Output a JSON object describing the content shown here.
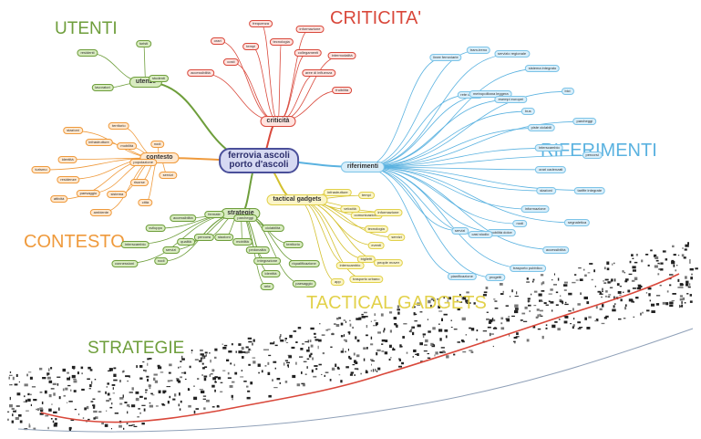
{
  "center": {
    "line1": "ferrovia ascoli",
    "line2": "porto d'ascoli"
  },
  "colors": {
    "utenti": "#6e9e3b",
    "criticita": "#d9483b",
    "contesto": "#ef9a3c",
    "riferimenti": "#5ab2e0",
    "strategie": "#6e9e3b",
    "tactical": "#d4c12f",
    "center_border": "#4a4f9a",
    "rail": "#d9483b"
  },
  "titles": {
    "utenti": "UTENTI",
    "criticita": "CRITICITA'",
    "contesto": "CONTESTO",
    "riferimenti": "RIFERIMENTI",
    "strategie": "STRATEGIE",
    "tactical": "TACTICAL GADGETS"
  },
  "hubs": {
    "utenze": "utenze",
    "criticita": "criticità",
    "contesto": "contesto",
    "riferimenti": "riferimenti",
    "strategie": "strategie",
    "tactical": "tactical gadgets"
  },
  "leaves": {
    "utenze": [
      "residenti",
      "turisti",
      "studenti",
      "lavoratori"
    ],
    "criticita": [
      "accessibilità",
      "costi",
      "orari",
      "tempi",
      "frequenza",
      "tecnologia",
      "informazione",
      "collegamenti",
      "intermodalità",
      "aree di influenza",
      "fruibilità"
    ],
    "contesto": [
      "stazioni",
      "infrastrutture",
      "territorio",
      "mobilità",
      "nodi",
      "popolazione",
      "servizi",
      "risorse",
      "città",
      "sistema",
      "ambiente",
      "paesaggio",
      "attività",
      "residenze",
      "turismo",
      "identità"
    ],
    "riferimenti": [
      "linee ferroviarie",
      "rete urbana",
      "tram-treno",
      "metropolitana leggera",
      "servizio regionale",
      "esempi europei",
      "sistema integrato",
      "bus",
      "bici",
      "piste ciclabili",
      "parcheggi",
      "interscambio",
      "percorsi",
      "orari cadenzati",
      "tariffe integrate",
      "stazioni",
      "segnaletica",
      "informazione",
      "accessibilità",
      "nodi",
      "trasporto pubblico",
      "mobilità dolce",
      "progetti",
      "casi studio",
      "pianificazione",
      "servizi"
    ],
    "strategie": [
      "connessioni",
      "nodi",
      "interscambio",
      "servizi",
      "sviluppo",
      "qualità",
      "accessibilità",
      "percorsi",
      "fermate",
      "stazioni",
      "parcheggi",
      "mobilità",
      "ciclabilità",
      "pedonalità",
      "territorio",
      "integrazione",
      "riqualificazione",
      "identità",
      "paesaggio",
      "rete"
    ],
    "tactical": [
      "infrastrutture",
      "velocità",
      "tempi",
      "comunicazione",
      "informazione",
      "tecnologia",
      "servizi",
      "eventi",
      "people mover",
      "biglietti",
      "trasporto urbano",
      "interscambio",
      "app"
    ]
  }
}
